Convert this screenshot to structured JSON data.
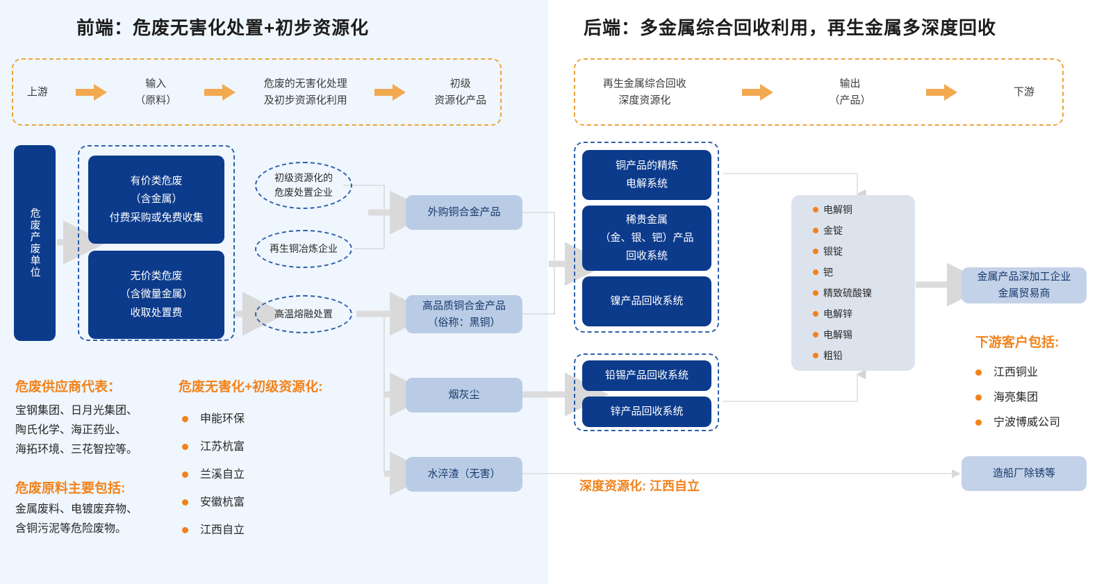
{
  "colors": {
    "panel_bg": "#eff6fd",
    "dark_blue": "#0c3b8c",
    "light_blue_box": "#bacce5",
    "orange": "#f2821a",
    "orange_dash": "#f0a23c",
    "blue_dash": "#2d5fa8",
    "wire_gray": "#d4d4d4",
    "product_panel": "#dde3ed"
  },
  "left": {
    "title": "前端：危废无害化处置+初步资源化",
    "flow": [
      {
        "label": "上游"
      },
      {
        "icon": "right-arrow-icon"
      },
      {
        "label": "输入\n（原料）"
      },
      {
        "icon": "right-arrow-icon"
      },
      {
        "label": "危废的无害化处理\n及初步资源化利用"
      },
      {
        "icon": "right-arrow-icon"
      },
      {
        "label": "初级\n资源化产品"
      }
    ],
    "flow_cells": [
      "上游",
      "输入|（原料）",
      "危废的无害化处理|及初步资源化利用",
      "初级|资源化产品"
    ],
    "source_unit": "危废产废单位",
    "waste_boxes": [
      "有价类危废|（含金属）|付费采购或免费收集",
      "无价类危废|（含微量金属）|收取处置费"
    ],
    "ellipses": [
      "初级资源化的|危废处置企业",
      "再生铜冶炼企业",
      "高温熔融处置"
    ],
    "products": [
      "外购铜合金产品",
      "高品质铜合金产品|（俗称：黑铜）",
      "烟灰尘",
      "水淬渣（无害）"
    ],
    "supplier_block": {
      "title": "危废供应商代表：",
      "body": "宝钢集团、日月光集团、|陶氏化学、海正药业、|海拓环境、三花智控等。"
    },
    "material_block": {
      "title": "危废原料主要包括:",
      "body": "金属废料、电镀废弃物、|含铜污泥等危险废物。"
    },
    "harmless_block": {
      "title": "危废无害化+初级资源化:",
      "items": [
        "申能环保",
        "江苏杭富",
        "兰溪自立",
        "安徽杭富",
        "江西自立"
      ]
    }
  },
  "right": {
    "title": "后端：多金属综合回收利用，再生金属多深度回收",
    "flow_cells": [
      "再生金属综合回收|深度资源化",
      "输出|（产品）",
      "下游"
    ],
    "system_group_1": [
      "铜产品的精炼|电解系统",
      "稀贵金属|（金、银、钯）产品|回收系统",
      "镍产品回收系统"
    ],
    "system_group_2": [
      "铅锡产品回收系统",
      "锌产品回收系统"
    ],
    "outputs": [
      "电解铜",
      "金锭",
      "银锭",
      "钯",
      "精致硫酸镍",
      "电解锌",
      "电解锡",
      "粗铅"
    ],
    "deep_processing_box": "金属产品深加工企业|金属贸易商",
    "customers": {
      "title": "下游客户包括:",
      "items": [
        "江西铜业",
        "海亮集团",
        "宁波博威公司"
      ]
    },
    "shipyard_box": "造船厂除锈等",
    "deep_resource_label": "深度资源化: 江西自立"
  }
}
